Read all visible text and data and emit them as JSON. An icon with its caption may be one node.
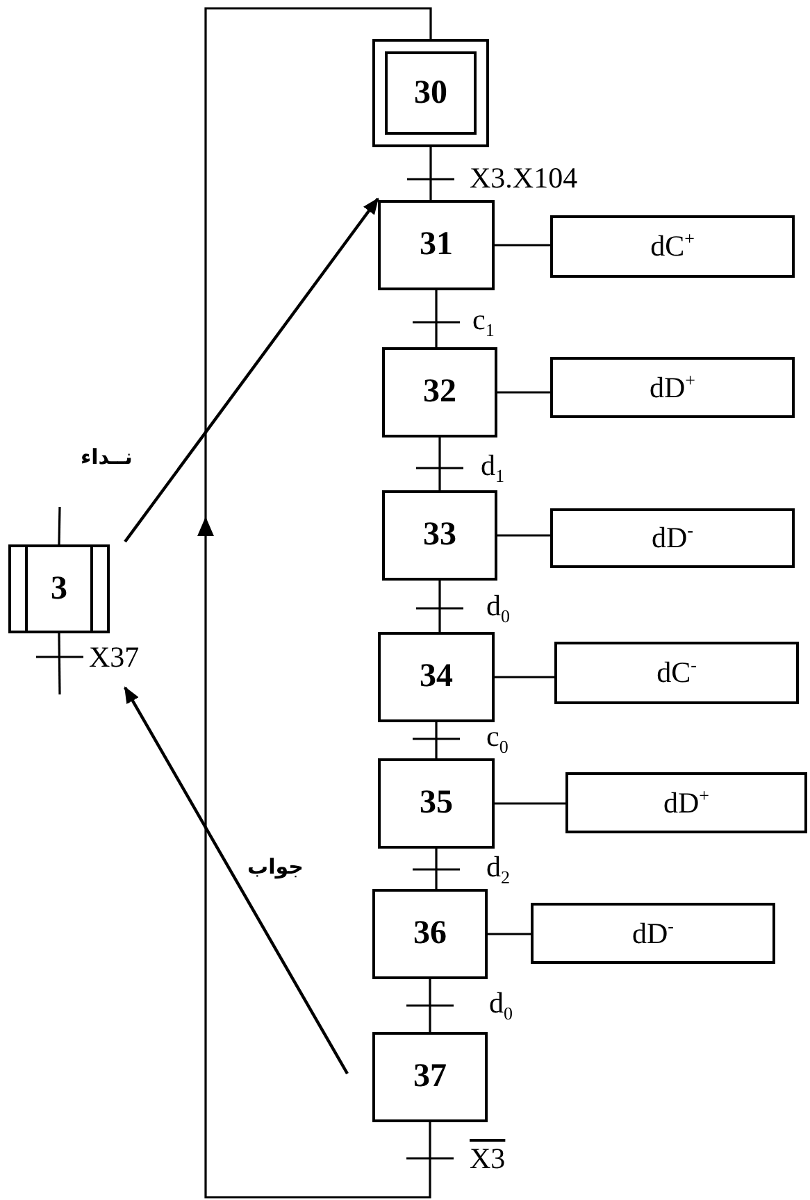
{
  "diagram": {
    "nodes": [
      {
        "text": [
          "30"
        ]
      },
      {
        "text": [
          "31"
        ]
      },
      {
        "text": [
          "dC$^{+}$"
        ]
      },
      {
        "text": [
          "32"
        ]
      },
      {
        "text": [
          "dD$^{+}$"
        ]
      },
      {
        "text": [
          "33"
        ]
      },
      {
        "text": [
          "dD$^{-}$"
        ]
      },
      {
        "text": [
          "34"
        ]
      },
      {
        "text": [
          "dC$^{-}$"
        ]
      },
      {
        "text": [
          "35"
        ]
      },
      {
        "text": [
          "dD$^{+}$"
        ]
      },
      {
        "text": [
          "36"
        ]
      },
      {
        "text": [
          "dD$^{-}$"
        ]
      },
      {
        "text": [
          "37"
        ]
      },
      {
        "text": [
          "3"
        ]
      }
    ],
    "edges": [
      {
        "from": 0,
        "to": 1,
        "arrow": "none",
        "label": "X3.X104"
      },
      {
        "from": 1,
        "to": 2,
        "arrow": "none"
      },
      {
        "from": 1,
        "to": 3,
        "arrow": "none",
        "label": "c$_{1}$"
      },
      {
        "from": 3,
        "to": 4,
        "arrow": "none"
      },
      {
        "from": 3,
        "to": 5,
        "arrow": "none",
        "label": "d$_{1}$"
      },
      {
        "from": 5,
        "to": 6,
        "arrow": "none"
      },
      {
        "from": 5,
        "to": 7,
        "arrow": "none",
        "label": "d$_{0}$"
      },
      {
        "from": 7,
        "to": 8,
        "arrow": "none"
      },
      {
        "from": 7,
        "to": 9,
        "arrow": "none",
        "label": "c$_{0}$"
      },
      {
        "from": 9,
        "to": 10,
        "arrow": "none"
      },
      {
        "from": 9,
        "to": 11,
        "arrow": "none",
        "label": "d$_{2}$"
      },
      {
        "from": 11,
        "to": 12,
        "arrow": "none"
      },
      {
        "from": 11,
        "to": 13,
        "arrow": "none",
        "label": "d$_{0}$"
      },
      {
        "from": 13,
        "to": 0,
        "arrow": "to",
        "label": "X3"
      },
      {
        "from": null,
        "to": 14,
        "arrow": "none"
      },
      {
        "from": 14,
        "to": null,
        "arrow": "none",
        "label": "X37"
      },
      {
        "from": 14,
        "to": 1,
        "arrow": "to",
        "label": "نــداء"
      },
      {
        "from": 13,
        "to": null,
        "arrow": "to",
        "label": "جواب"
      }
    ]
  }
}
